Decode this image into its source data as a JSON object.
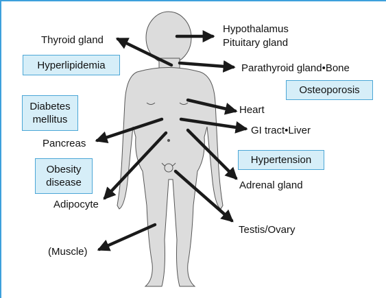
{
  "organ_labels": {
    "thyroid": "Thyroid gland",
    "hypothalamus": "Hypothalamus",
    "pituitary": "Pituitary gland",
    "parathyroid": "Parathyroid gland•Bone",
    "heart": "Heart",
    "gi": "GI tract•Liver",
    "pancreas": "Pancreas",
    "adrenal": "Adrenal gland",
    "adipocyte": "Adipocyte",
    "testis": "Testis/Ovary",
    "muscle": "(Muscle)"
  },
  "disease_boxes": {
    "hyperlipidemia": "Hyperlipidemia",
    "osteoporosis": "Osteoporosis",
    "diabetes_line1": "Diabetes",
    "diabetes_line2": "mellitus",
    "hypertension": "Hypertension",
    "obesity_line1": "Obesity",
    "obesity_line2": "disease"
  },
  "colors": {
    "frame_border": "#3da0dc",
    "box_fill": "#d6eef8",
    "box_border": "#4aa6d6",
    "body_fill": "#dcdcdc",
    "body_stroke": "#555555",
    "arrow": "#1a1a1a"
  }
}
